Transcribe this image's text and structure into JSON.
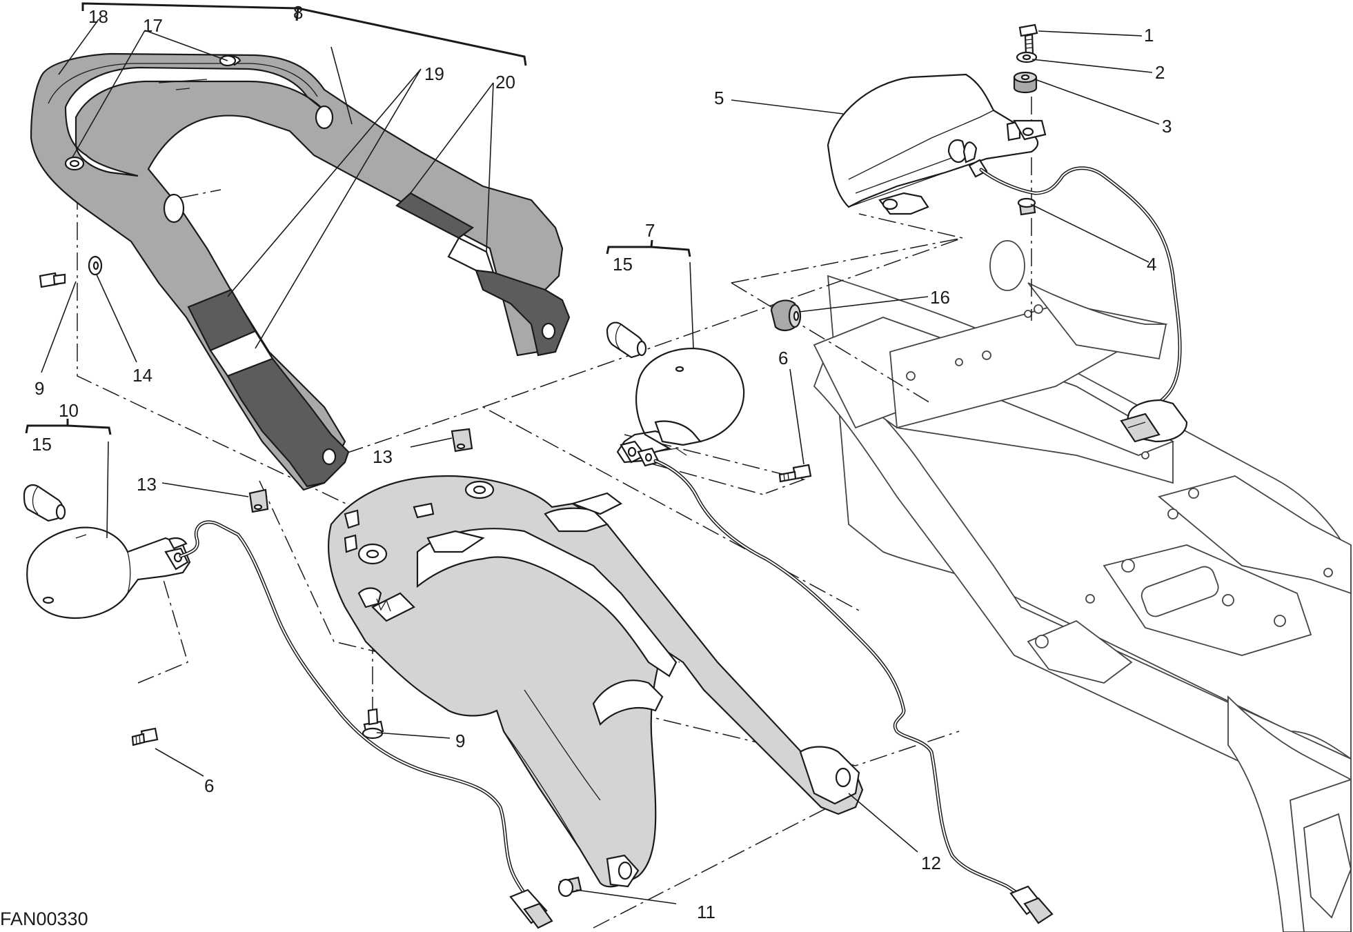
{
  "drawing_code": "FAN00330",
  "callouts": {
    "c1": "1",
    "c2": "2",
    "c3": "3",
    "c4": "4",
    "c5": "5",
    "c6a": "6",
    "c6b": "6",
    "c7": "7",
    "c8": "8",
    "c9a": "9",
    "c9b": "9",
    "c10": "10",
    "c11": "11",
    "c12": "12",
    "c13a": "13",
    "c13b": "13",
    "c14": "14",
    "c15a": "15",
    "c15b": "15",
    "c16": "16",
    "c17": "17",
    "c18": "18",
    "c19": "19",
    "c20": "20"
  },
  "colors": {
    "line": "#1a1a1a",
    "cover_grey": "#a9a9a9",
    "strip_dark": "#5c5c5c",
    "background": "#ffffff"
  }
}
